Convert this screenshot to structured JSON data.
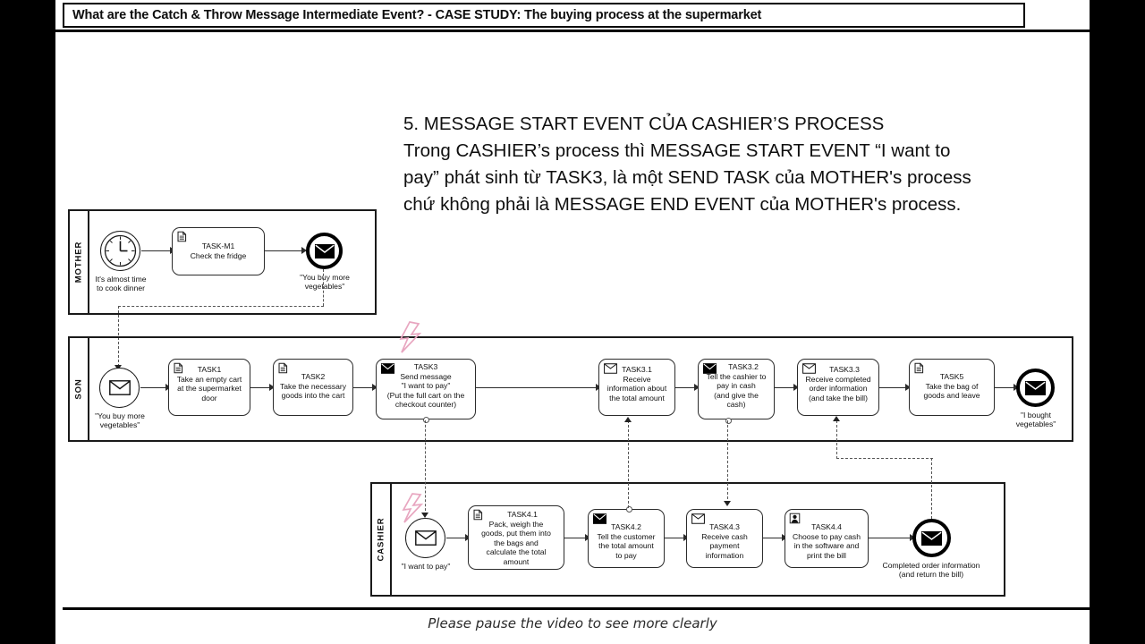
{
  "slide": {
    "title": "What are the Catch & Throw Message Intermediate Event? - CASE STUDY: The buying process at the supermarket",
    "caption": "Please pause the video to see more clearly",
    "headline": [
      "5. MESSAGE START EVENT CỦA CASHIER’S PROCESS",
      "Trong CASHIER’s process thì MESSAGE START EVENT “I want to",
      "pay” phát sinh từ TASK3, là một SEND TASK của MOTHER's process",
      "chứ không phải là MESSAGE END EVENT của MOTHER's process."
    ],
    "accent_bolt_color": "#e8a6c0"
  },
  "pools": [
    {
      "id": "mother",
      "label": "MOTHER"
    },
    {
      "id": "son",
      "label": "SON"
    },
    {
      "id": "cashier",
      "label": "CASHIER"
    }
  ],
  "mother": {
    "start_event": {
      "type": "timer-start-event",
      "label_line1": "It's almost time",
      "label_line2": "to cook dinner"
    },
    "task": {
      "id": "TASK-M1",
      "marker": "document-icon",
      "lines": [
        "TASK-M1",
        "Check the fridge"
      ]
    },
    "end_event": {
      "type": "message-end-event",
      "label_line1": "\"You buy more",
      "label_line2": "vegetables\""
    }
  },
  "son": {
    "start_event": {
      "type": "message-start-event",
      "label_line1": "\"You buy more",
      "label_line2": "vegetables\""
    },
    "tasks": [
      {
        "id": "TASK1",
        "marker": "document-icon",
        "lines": [
          "TASK1",
          "Take an empty cart",
          "at the supermarket",
          "door"
        ]
      },
      {
        "id": "TASK2",
        "marker": "document-icon",
        "lines": [
          "TASK2",
          "Take the necessary",
          "goods into the cart"
        ]
      },
      {
        "id": "TASK3",
        "marker": "send-envelope-icon",
        "lines": [
          "TASK3",
          "Send message",
          "\"I want to pay\"",
          "(Put the full cart on the",
          "checkout counter)"
        ]
      },
      {
        "id": "TASK3.1",
        "marker": "receive-envelope-icon",
        "lines": [
          "TASK3.1",
          "Receive",
          "information about",
          "the total amount"
        ]
      },
      {
        "id": "TASK3.2",
        "marker": "send-envelope-icon",
        "lines": [
          "TASK3.2",
          "Tell the cashier to",
          "pay in cash",
          "(and give the",
          "cash)"
        ]
      },
      {
        "id": "TASK3.3",
        "marker": "receive-envelope-icon",
        "lines": [
          "TASK3.3",
          "Receive completed",
          "order information",
          "(and take the bill)"
        ]
      },
      {
        "id": "TASK5",
        "marker": "document-icon",
        "lines": [
          "TASK5",
          "Take the bag of",
          "goods and leave"
        ]
      }
    ],
    "end_event": {
      "type": "message-end-event",
      "label_line1": "\"I bought",
      "label_line2": "vegetables\""
    }
  },
  "cashier": {
    "start_event": {
      "type": "message-start-event",
      "label_line1": "\"I want to pay\"",
      "label_line2": ""
    },
    "tasks": [
      {
        "id": "TASK4.1",
        "marker": "document-icon",
        "lines": [
          "TASK4.1",
          "Pack, weigh the",
          "goods, put them into",
          "the bags and",
          "calculate the total",
          "amount"
        ]
      },
      {
        "id": "TASK4.2",
        "marker": "send-envelope-icon",
        "lines": [
          "TASK4.2",
          "Tell the customer",
          "the total amount",
          "to pay"
        ]
      },
      {
        "id": "TASK4.3",
        "marker": "receive-envelope-icon",
        "lines": [
          "TASK4.3",
          "Receive cash",
          "payment",
          "information"
        ]
      },
      {
        "id": "TASK4.4",
        "marker": "user-icon",
        "lines": [
          "TASK4.4",
          "Choose to pay cash",
          "in the software and",
          "print the bill"
        ]
      }
    ],
    "end_event": {
      "type": "message-end-event",
      "label_line1": "Completed order information",
      "label_line2": "(and return the bill)"
    }
  }
}
